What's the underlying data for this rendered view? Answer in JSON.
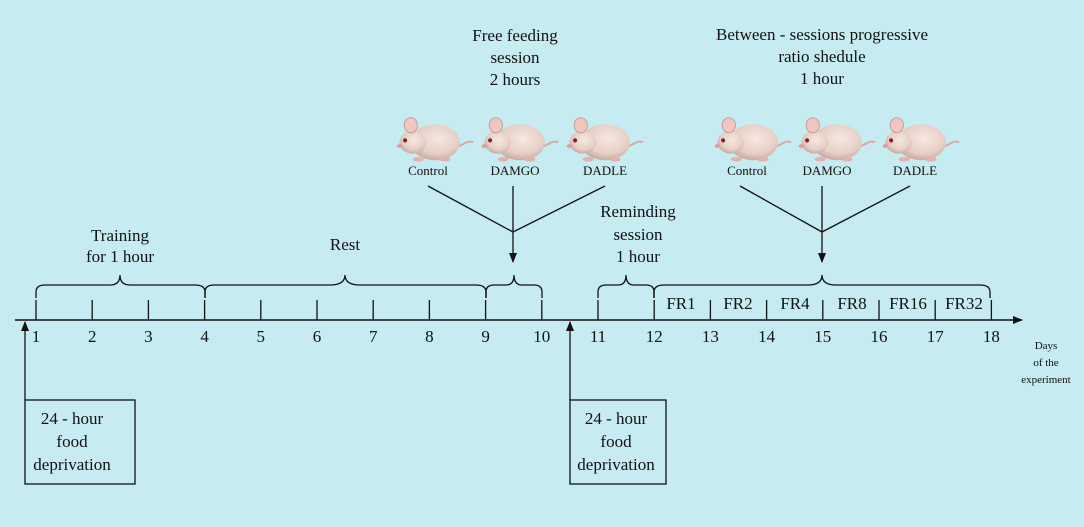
{
  "timeline": {
    "days": [
      "1",
      "2",
      "3",
      "4",
      "5",
      "6",
      "7",
      "8",
      "9",
      "10",
      "11",
      "12",
      "13",
      "14",
      "15",
      "16",
      "17",
      "18"
    ],
    "axis_label": [
      "Days",
      "of the",
      "experiment"
    ]
  },
  "phases": {
    "training": [
      "Training",
      "for 1 hour"
    ],
    "rest": "Rest",
    "reminding": [
      "Reminding",
      "session",
      "1 hour"
    ]
  },
  "free_feeding": {
    "title": [
      "Free feeding",
      "session",
      "2 hours"
    ],
    "groups": [
      "Control",
      "DAMGO",
      "DADLE"
    ]
  },
  "progressive_ratio": {
    "title": [
      "Between - sessions progressive",
      "ratio shedule",
      "1 hour"
    ],
    "groups": [
      "Control",
      "DAMGO",
      "DADLE"
    ],
    "schedules": [
      "FR1",
      "FR2",
      "FR4",
      "FR8",
      "FR16",
      "FR32"
    ]
  },
  "deprivation_boxes": [
    [
      "24 - hour",
      "food",
      "deprivation"
    ],
    [
      "24 - hour",
      "food",
      "deprivation"
    ]
  ],
  "icons": {
    "animal": "mouse-icon"
  },
  "colors": {
    "background": "#c6ebf0",
    "ink": "#111111",
    "mouse_body": "#e8d2c8"
  }
}
